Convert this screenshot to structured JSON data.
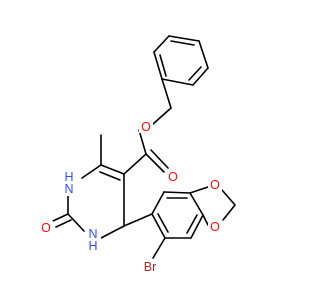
{
  "structure": {
    "background": "#ffffff",
    "bond_color": "#000000",
    "atoms": [
      {
        "id": "O_ester",
        "label": "O",
        "color": "#ff0d0d"
      },
      {
        "id": "O_carbonyl_ester",
        "label": "O",
        "color": "#ff0d0d"
      },
      {
        "id": "N1",
        "label": "H\nN",
        "color": "#3050f8"
      },
      {
        "id": "O_urea",
        "label": "O",
        "color": "#ff0d0d"
      },
      {
        "id": "N3",
        "label": "N\nH",
        "color": "#3050f8"
      },
      {
        "id": "O_diox1",
        "label": "O",
        "color": "#ff0d0d"
      },
      {
        "id": "O_diox2",
        "label": "O",
        "color": "#ff0d0d"
      },
      {
        "id": "Br",
        "label": "Br",
        "color": "#a62929"
      }
    ]
  }
}
